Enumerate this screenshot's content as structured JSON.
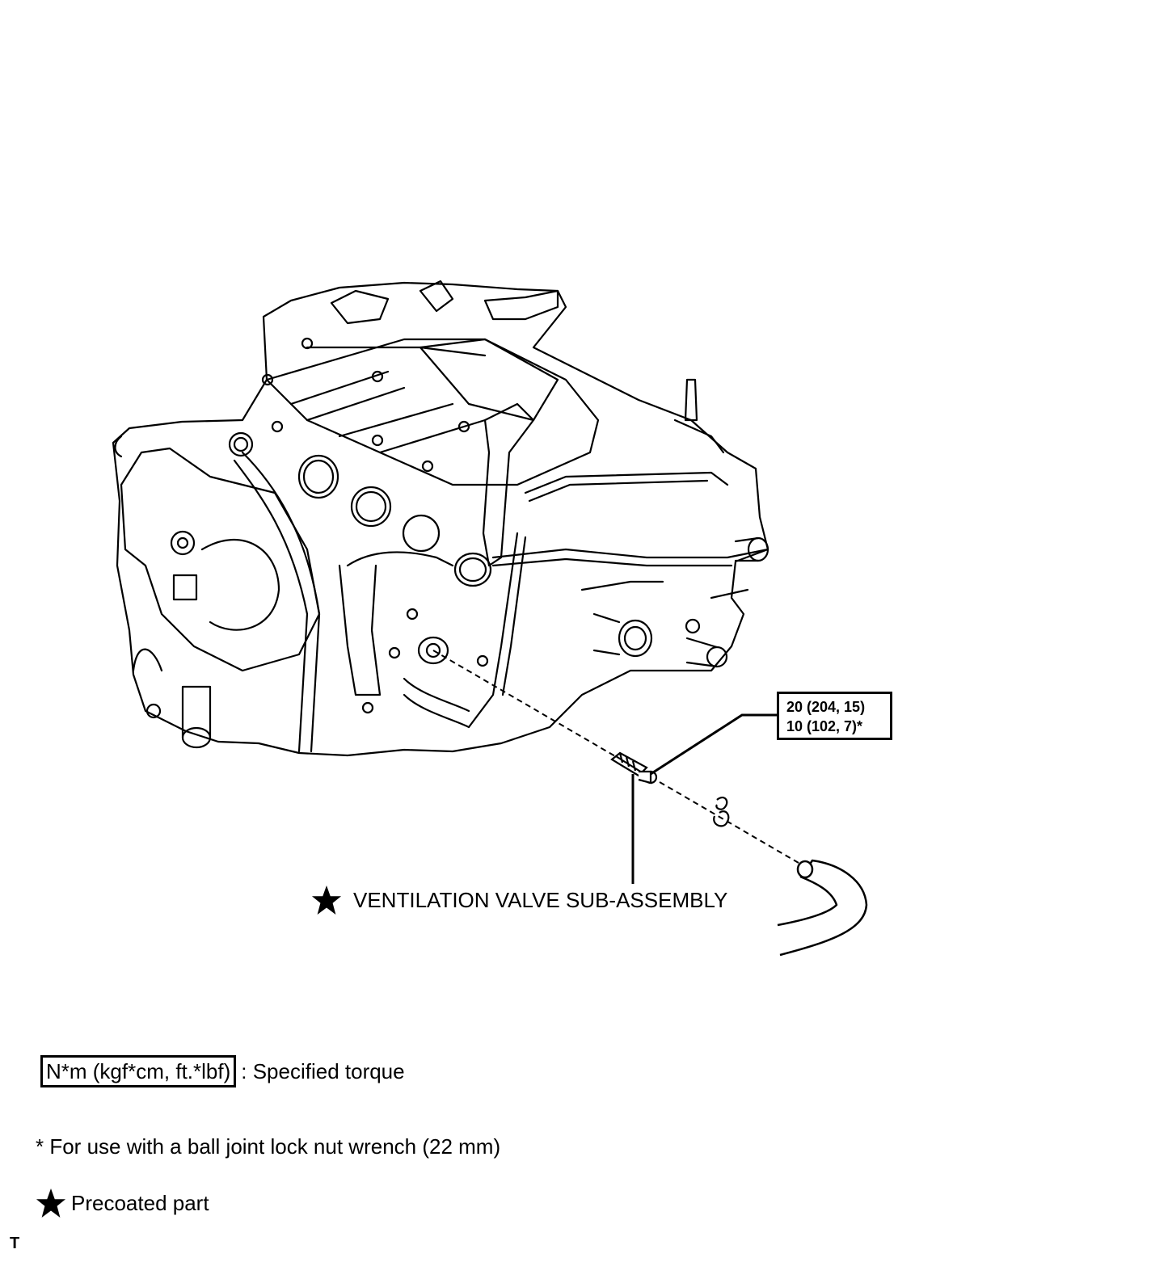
{
  "callout": {
    "torque_line_1": "20 (204, 15)",
    "torque_line_2": "10 (102, 7)*"
  },
  "part": {
    "label": "VENTILATION VALVE SUB-ASSEMBLY",
    "marker_icon": "star-icon"
  },
  "legend": {
    "torque_units": "N*m (kgf*cm, ft.*lbf)",
    "torque_desc": ": Specified torque",
    "footnote": "* For use with a ball joint lock nut wrench (22 mm)",
    "precoat_label": "Precoated part"
  },
  "corner_mark": "T"
}
